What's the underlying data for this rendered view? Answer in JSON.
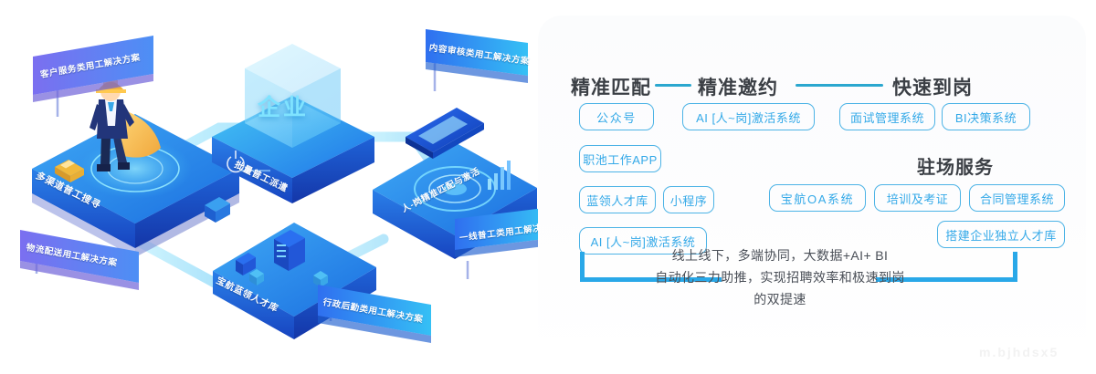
{
  "illustration": {
    "center_cube_label": "企业",
    "center_base_label": "批量普工派遣",
    "platform_labels": [
      {
        "id": "multi-channel-search",
        "text": "多渠道普工搜寻"
      },
      {
        "id": "talent-pool",
        "text": "宝航蓝领人才库"
      },
      {
        "id": "precise-match-activate",
        "text": "人-岗精准匹配与激活"
      }
    ],
    "signs": [
      {
        "id": "customer-service",
        "text": "客户服务类用工解决方案"
      },
      {
        "id": "content-review",
        "text": "内容审核类用工解决方案"
      },
      {
        "id": "logistics",
        "text": "物流配送用工解决方案"
      },
      {
        "id": "admin-support",
        "text": "行政后勤类用工解决方案"
      },
      {
        "id": "frontline-worker",
        "text": "一线普工类用工解决方案"
      }
    ]
  },
  "panel": {
    "headers": [
      {
        "id": "precise-match",
        "text": "精准匹配"
      },
      {
        "id": "precise-invite",
        "text": "精准邀约"
      },
      {
        "id": "fast-onboard",
        "text": "快速到岗"
      }
    ],
    "sub_header": "驻场服务",
    "tags": [
      {
        "id": "official-account",
        "text": "公众号",
        "col": 1
      },
      {
        "id": "ai-activation-invite",
        "text": "AI [人~岗]激活系统",
        "col": 2
      },
      {
        "id": "interview-management",
        "text": "面试管理系统",
        "col": 3
      },
      {
        "id": "bi-decision",
        "text": "BI决策系统",
        "col": 3
      },
      {
        "id": "zhichi-work-app",
        "text": "职池工作APP",
        "col": 1
      },
      {
        "id": "blue-collar-pool",
        "text": "蓝领人才库",
        "col": 1
      },
      {
        "id": "mini-program",
        "text": "小程序",
        "col": 1
      },
      {
        "id": "baohang-oa",
        "text": "宝航OA系统",
        "col": 3
      },
      {
        "id": "training-certification",
        "text": "培训及考证",
        "col": 3
      },
      {
        "id": "contract-management",
        "text": "合同管理系统",
        "col": 3
      },
      {
        "id": "ai-activation-match",
        "text": "AI [人~岗]激活系统",
        "col": 1
      },
      {
        "id": "build-independent-pool",
        "text": "搭建企业独立人才库",
        "col": 3
      }
    ],
    "caption_lines": [
      "线上线下，多端协同，大数据+AI+ BI",
      "自动化三力助推，实现招聘效率和极速到岗",
      "的双提速"
    ]
  },
  "watermark": "m.bjhdsx5",
  "colors": {
    "accent_blue": "#29a8e8",
    "accent_teal": "#2ba7cf",
    "tag_border": "#4cb3e6",
    "tag_text": "#34a9e8",
    "header_text": "#3b3f45",
    "caption_text": "#4a4f57",
    "panel_bg": "#fbfcfd",
    "iso_deep_blue": "#1d4fd8",
    "iso_cyan": "#35c6f4"
  }
}
